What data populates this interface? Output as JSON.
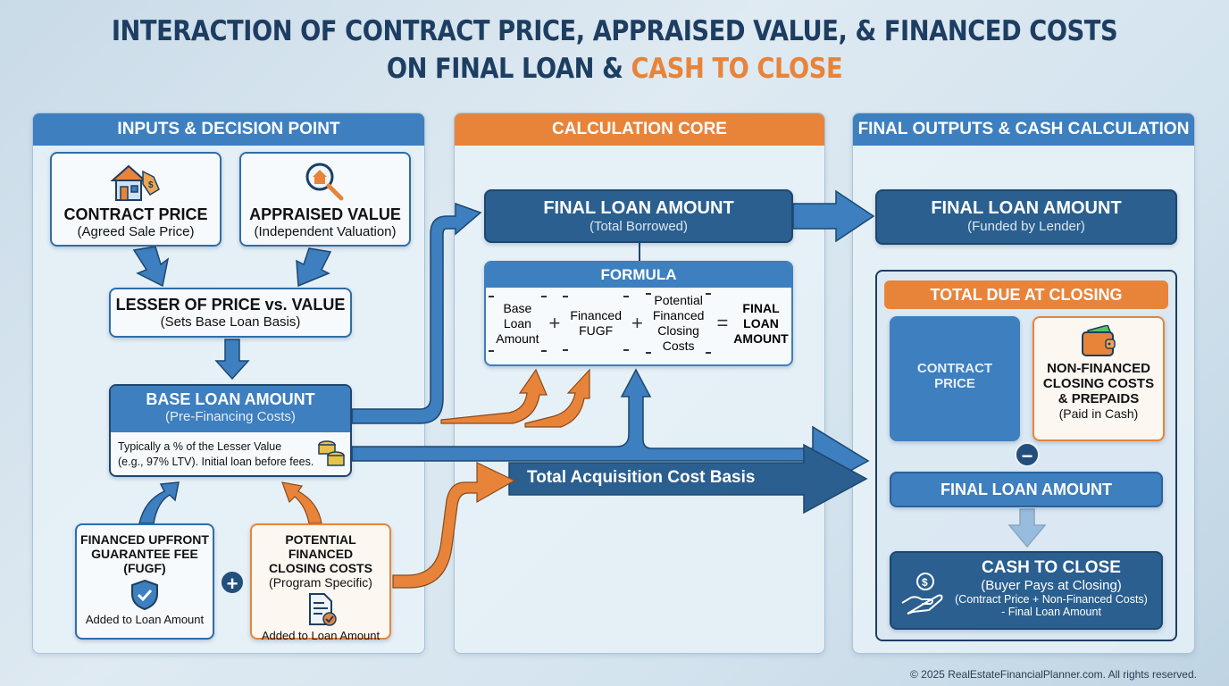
{
  "title": {
    "line1": "INTERACTION OF CONTRACT PRICE, APPRAISED VALUE, & FINANCED COSTS",
    "line2_prefix": "ON FINAL LOAN & ",
    "line2_accent": "CASH TO CLOSE"
  },
  "colors": {
    "navy": "#1d3e62",
    "blue": "#3d7fbf",
    "dark_blue": "#2a5f8f",
    "orange": "#e8843a"
  },
  "inputs_panel": {
    "header": "INPUTS & DECISION POINT",
    "contract_price": {
      "icon": "house-price-tag-icon",
      "title": "CONTRACT PRICE",
      "subtitle": "(Agreed Sale Price)"
    },
    "appraised_value": {
      "icon": "magnifier-house-icon",
      "title": "APPRAISED VALUE",
      "subtitle": "(Independent Valuation)"
    },
    "lesser": {
      "title": "LESSER OF PRICE vs. VALUE",
      "subtitle": "(Sets Base Loan Basis)"
    },
    "base_loan": {
      "title": "BASE LOAN AMOUNT",
      "subtitle": "(Pre-Financing Costs)",
      "note_line1": "Typically a % of the Lesser Value",
      "note_line2": "(e.g., 97% LTV). Initial loan before fees.",
      "icon": "coins-icon"
    },
    "fugf": {
      "title_line1": "FINANCED UPFRONT",
      "title_line2": "GUARANTEE FEE",
      "title_line3": "(FUGF)",
      "icon": "shield-check-icon",
      "note": "Added to Loan Amount"
    },
    "plus": "+",
    "closing_costs": {
      "title_line1": "POTENTIAL FINANCED",
      "title_line2": "CLOSING COSTS",
      "subtitle": "(Program Specific)",
      "icon": "document-check-icon",
      "note": "Added to Loan Amount"
    }
  },
  "core_panel": {
    "header": "CALCULATION CORE",
    "final_loan": {
      "title": "FINAL LOAN AMOUNT",
      "subtitle": "(Total Borrowed)"
    },
    "formula": {
      "header": "FORMULA",
      "term1": [
        "Base",
        "Loan",
        "Amount"
      ],
      "term2": [
        "Financed",
        "FUGF"
      ],
      "term3": [
        "Potential",
        "Financed",
        "Closing",
        "Costs"
      ],
      "plus": "+",
      "equals": "=",
      "result": [
        "FINAL",
        "LOAN",
        "AMOUNT"
      ]
    },
    "acquisition_arrow_label": "Total Acquisition Cost Basis"
  },
  "outputs_panel": {
    "header": "FINAL OUTPUTS & CASH CALCULATION",
    "final_loan": {
      "title": "FINAL LOAN AMOUNT",
      "subtitle": "(Funded by Lender)"
    },
    "total_due": {
      "header": "TOTAL DUE AT CLOSING",
      "contract_price": [
        "CONTRACT",
        "PRICE"
      ],
      "non_financed": {
        "icon": "wallet-icon",
        "title_line1": "NON-FINANCED",
        "title_line2": "CLOSING COSTS",
        "title_line3": "& PREPAIDS",
        "subtitle": "(Paid in Cash)"
      },
      "minus": "−",
      "final_loan": "FINAL LOAN AMOUNT",
      "cash_to_close": {
        "icon": "hand-dollar-icon",
        "title": "CASH TO CLOSE",
        "subtitle": "(Buyer Pays at Closing)",
        "formula_line1": "(Contract Price + Non-Financed Costs)",
        "formula_line2": "- Final Loan Amount"
      }
    }
  },
  "footer": "© 2025 RealEstateFinancialPlanner.com. All rights reserved."
}
